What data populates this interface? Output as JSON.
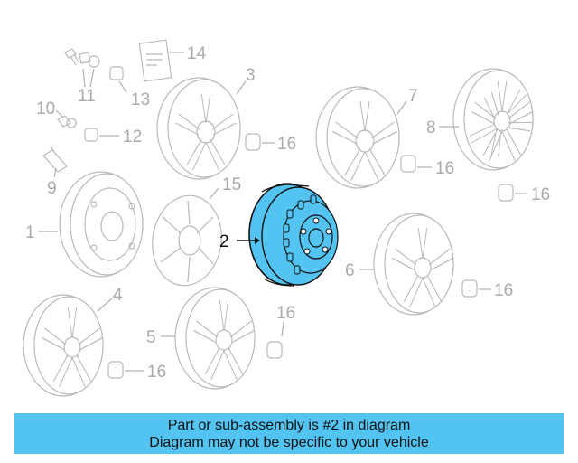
{
  "diagram": {
    "callouts": {
      "c1": "1",
      "c2": "2",
      "c3": "3",
      "c4": "4",
      "c5": "5",
      "c6": "6",
      "c7": "7",
      "c8": "8",
      "c9": "9",
      "c10": "10",
      "c11": "11",
      "c12": "12",
      "c13": "13",
      "c14": "14",
      "c15": "15",
      "c16": "16"
    },
    "highlight_color": "#53c3f1",
    "selected_part": "2"
  },
  "caption": {
    "line1": "Part or sub-assembly is #2 in diagram",
    "line2": "Diagram may not be specific to your vehicle"
  },
  "colors": {
    "banner": "#53c3f1",
    "ghost_lines": "#b9b9b9"
  }
}
